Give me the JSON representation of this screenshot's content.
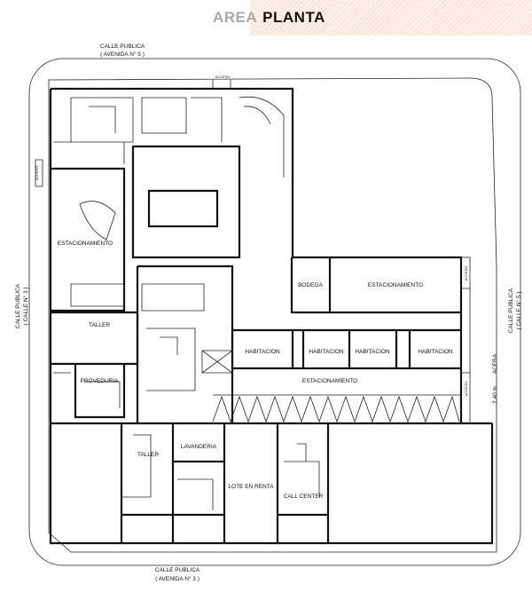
{
  "header": {
    "prefix": "AREA",
    "title": "PLANTA"
  },
  "streets": {
    "top": {
      "name": "CALLE PUBLICA",
      "detail": "( AVENIDA N° 5 )"
    },
    "left": {
      "name": "CALLE PUBLICA",
      "detail": "( CALLE N° 3 )"
    },
    "right": {
      "name": "CALLE PUBLICA",
      "detail": "( CALLE N° 5 )"
    },
    "bottom": {
      "name": "CALLE PUBLICA",
      "detail": "( AVENIDA N° 3 )"
    }
  },
  "annotations": {
    "acera": "ACERA",
    "width": "2.40  m",
    "acceso": "ACCESO"
  },
  "rooms": {
    "estacionamiento_left": "ESTACIONAMIENTO",
    "bodega": "BODEGA",
    "estacionamiento_right": "ESTACIONAMIENTO",
    "habitaciones": [
      "HABITACION",
      "HABITACION",
      "HABITACION",
      "HABITACION"
    ],
    "estacionamiento_strip": "ESTACIONAMIENTO",
    "taller_left": "TALLER",
    "proveduria": "PROVEDURIA",
    "taller_bottom": "TALLER",
    "lavanderia": "LAVANDERIA",
    "lote": "LOTE EN RENTA",
    "call_center": "CALL CENTER"
  }
}
